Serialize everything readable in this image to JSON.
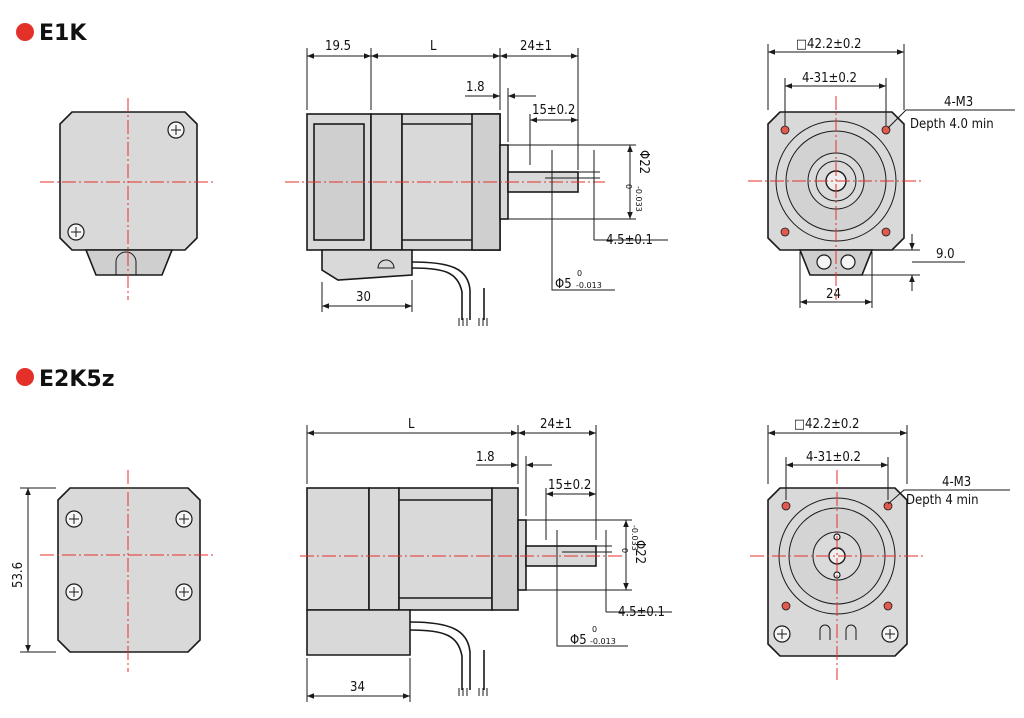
{
  "sections": [
    {
      "model": "E1K",
      "dims": {
        "rear_flange": "19.5",
        "length": "L",
        "shaft_ext": "24±1",
        "flange_thk": "1.8",
        "flat_len": "15±0.2",
        "boss_dia": "Φ22",
        "boss_tol_up": "0",
        "boss_tol_dn": "-0.033",
        "flat_depth": "4.5±0.1",
        "shaft_dia": "Φ5",
        "shaft_tol_up": "0",
        "shaft_tol_dn": "-0.013",
        "bracket_len": "30",
        "square": "□42.2±0.2",
        "hole_spacing": "4-31±0.2",
        "thread": "4-M3",
        "thread_depth": "Depth 4.0 min",
        "bracket_h": "9.0",
        "bracket_w": "24"
      }
    },
    {
      "model": "E2K5z",
      "dims": {
        "height": "53.6",
        "length": "L",
        "shaft_ext": "24±1",
        "flange_thk": "1.8",
        "flat_len": "15±0.2",
        "boss_dia": "Φ22",
        "boss_tol_up": "0",
        "boss_tol_dn": "-0.033",
        "flat_depth": "4.5±0.1",
        "shaft_dia": "Φ5",
        "shaft_tol_up": "0",
        "shaft_tol_dn": "-0.013",
        "bracket_len": "34",
        "square": "□42.2±0.2",
        "hole_spacing": "4-31±0.2",
        "thread": "4-M3",
        "thread_depth": "Depth 4 min"
      }
    }
  ],
  "colors": {
    "bullet": "#e3312a",
    "centerline": "#e3312a",
    "body": "#d9d9d9"
  }
}
